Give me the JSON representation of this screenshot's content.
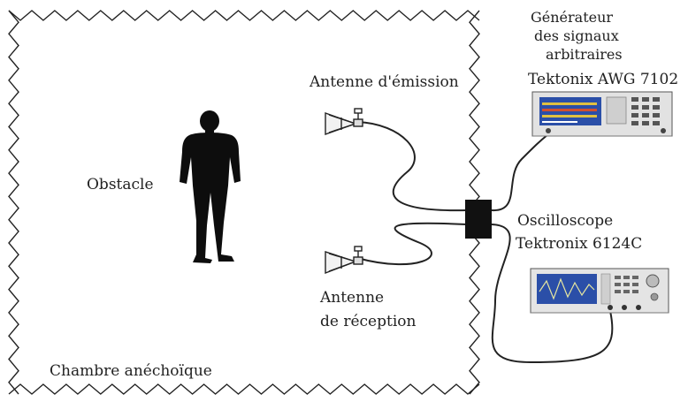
{
  "labels": {
    "obstacle": "Obstacle",
    "chamber": "Chambre anéchoïque",
    "tx_antenna": "Antenne d'émission",
    "rx_antenna_l1": "Antenne",
    "rx_antenna_l2": "de réception",
    "awg_l1": "Générateur",
    "awg_l2": "des signaux",
    "awg_l3": "arbitraires",
    "awg_l4": "Tektonix AWG 7102",
    "osc_l1": "Oscilloscope",
    "osc_l2": "Tektronix 6124C"
  },
  "colors": {
    "line": "#222222",
    "screen": "#2b4fa8",
    "device_body": "#e4e4e4",
    "connector_box": "#111111"
  },
  "icons": {
    "obstacle": "human-silhouette",
    "tx_antenna": "horn-antenna",
    "rx_antenna": "horn-antenna",
    "awg": "signal-generator-instrument",
    "osc": "oscilloscope-instrument",
    "wall": "zigzag-absorber-wall"
  }
}
